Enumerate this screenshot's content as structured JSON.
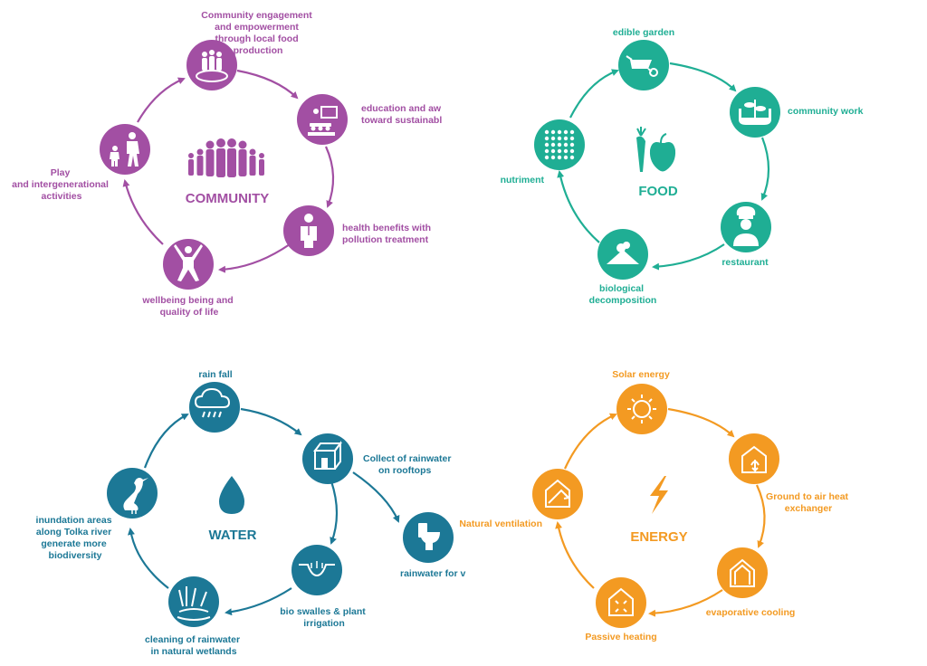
{
  "community": {
    "color": "#a24fa3",
    "title": "COMMUNITY",
    "nodes": [
      {
        "label": [
          "Community engagement",
          "and empowerment",
          "through local food",
          "production"
        ],
        "icon": "group-icon"
      },
      {
        "label": [
          "education and aw",
          "toward sustainabl"
        ],
        "icon": "teacher-board-icon"
      },
      {
        "label": [
          "health benefits with",
          "pollution treatment"
        ],
        "icon": "doctor-icon"
      },
      {
        "label": [
          "wellbeing being and",
          "quality of life"
        ],
        "icon": "joyful-person-icon"
      },
      {
        "label": [
          "Play",
          "and intergenerational",
          "activities"
        ],
        "icon": "adult-child-icon"
      }
    ]
  },
  "food": {
    "color": "#1fae94",
    "title": "FOOD",
    "nodes": [
      {
        "label": [
          "edible garden"
        ],
        "icon": "wheelbarrow-icon"
      },
      {
        "label": [
          "community work"
        ],
        "icon": "hands-plant-icon"
      },
      {
        "label": [
          "restaurant"
        ],
        "icon": "chef-icon"
      },
      {
        "label": [
          "biological",
          "decomposition"
        ],
        "icon": "compost-icon"
      },
      {
        "label": [
          "nutriment"
        ],
        "icon": "dots-grid-icon"
      }
    ]
  },
  "water": {
    "color": "#1c7896",
    "title": "WATER",
    "nodes": [
      {
        "label": [
          "rain fall"
        ],
        "icon": "rain-cloud-icon"
      },
      {
        "label": [
          "Collect of rainwater",
          "on rooftops"
        ],
        "icon": "house-box-icon"
      },
      {
        "label": [
          "rainwater for v"
        ],
        "icon": "toilet-icon"
      },
      {
        "label": [
          "bio swalles & plant",
          "irrigation"
        ],
        "icon": "swale-icon"
      },
      {
        "label": [
          "cleaning of rainwater",
          "in natural wetlands"
        ],
        "icon": "wetland-reeds-icon"
      },
      {
        "label": [
          "inundation areas",
          "along Tolka river",
          "generate more",
          "biodiversity"
        ],
        "icon": "heron-icon"
      }
    ]
  },
  "energy": {
    "color": "#f39a22",
    "title": "ENERGY",
    "nodes": [
      {
        "label": [
          "Solar energy"
        ],
        "icon": "sun-icon"
      },
      {
        "label": [
          "Ground to air heat",
          "exchanger"
        ],
        "icon": "house-exchange-icon"
      },
      {
        "label": [
          "evaporative cooling"
        ],
        "icon": "house-cooling-icon"
      },
      {
        "label": [
          "Passive heating"
        ],
        "icon": "house-heating-icon"
      },
      {
        "label": [
          "Natural ventilation"
        ],
        "icon": "house-ventilation-icon"
      }
    ]
  }
}
